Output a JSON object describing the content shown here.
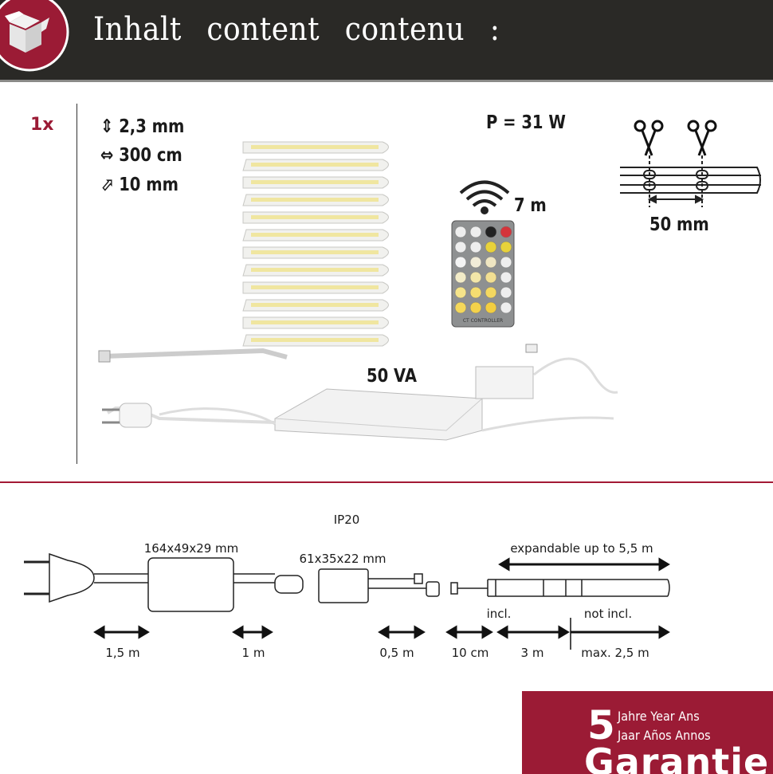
{
  "header": {
    "title": "Inhalt  content  contenu :",
    "icon": "open-box-icon"
  },
  "contents": {
    "quantity": "1x",
    "specs": [
      {
        "icon": "height-arrows-icon",
        "symbol": "⇕",
        "value": "2,3 mm"
      },
      {
        "icon": "length-arrows-icon",
        "symbol": "⇔",
        "value": "300 cm"
      },
      {
        "icon": "width-arrow-icon",
        "symbol": "⬀",
        "value": "10 mm"
      }
    ],
    "power": "P = 31 W",
    "remote_range": "7 m",
    "remote_label": "CT CONTROLLER",
    "cut_interval": "50 mm",
    "driver_rating": "50 VA"
  },
  "diagram": {
    "ip_rating": "IP20",
    "driver_size": "164x49x29 mm",
    "controller_size": "61x35x22 mm",
    "expandable": "expandable up to 5,5 m",
    "incl": "incl.",
    "not_incl": "not incl.",
    "lengths": [
      "1,5 m",
      "1 m",
      "0,5 m",
      "10 cm",
      "3 m",
      "max. 2,5 m"
    ]
  },
  "warranty": {
    "number": "5",
    "line1": "Jahre Year Ans",
    "line2": "Jaar Años Annos",
    "word": "Garantie"
  },
  "colors": {
    "brand_red": "#9b1b35",
    "header_bg": "#2a2926"
  }
}
